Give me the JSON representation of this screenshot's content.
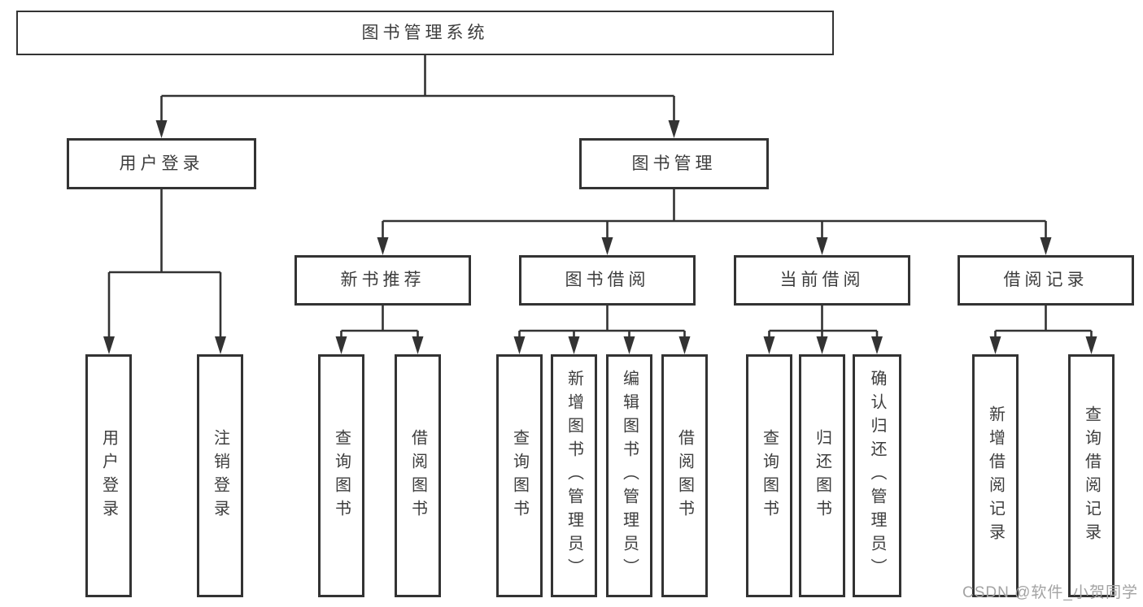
{
  "diagram": {
    "root": {
      "label": "图书管理系统"
    },
    "level1": [
      {
        "label": "用户登录",
        "parent": "图书管理系统"
      },
      {
        "label": "图书管理",
        "parent": "图书管理系统"
      }
    ],
    "level2": [
      {
        "label": "新书推荐",
        "parent": "图书管理"
      },
      {
        "label": "图书借阅",
        "parent": "图书管理"
      },
      {
        "label": "当前借阅",
        "parent": "图书管理"
      },
      {
        "label": "借阅记录",
        "parent": "图书管理"
      }
    ],
    "level3": [
      {
        "label": "用户登录",
        "parent": "用户登录"
      },
      {
        "label": "注销登录",
        "parent": "用户登录"
      },
      {
        "label": "查询图书",
        "parent": "新书推荐"
      },
      {
        "label": "借阅图书",
        "parent": "新书推荐"
      },
      {
        "label": "查询图书",
        "parent": "图书借阅"
      },
      {
        "label": "新增图书（管理员）",
        "parent": "图书借阅"
      },
      {
        "label": "编辑图书（管理员）",
        "parent": "图书借阅"
      },
      {
        "label": "借阅图书",
        "parent": "图书借阅"
      },
      {
        "label": "查询图书",
        "parent": "当前借阅"
      },
      {
        "label": "归还图书",
        "parent": "当前借阅"
      },
      {
        "label": "确认归还（管理员）",
        "parent": "当前借阅"
      },
      {
        "label": "新增借阅记录",
        "parent": "借阅记录"
      },
      {
        "label": "查询借阅记录",
        "parent": "借阅记录"
      }
    ],
    "watermark": {
      "text": "CSDN @软件_小贺同学"
    },
    "colors": {
      "line": "#333333",
      "box_border": "#333333",
      "text": "#3d3d3d",
      "background": "#ffffff",
      "watermark": "#a3a3a3"
    }
  }
}
